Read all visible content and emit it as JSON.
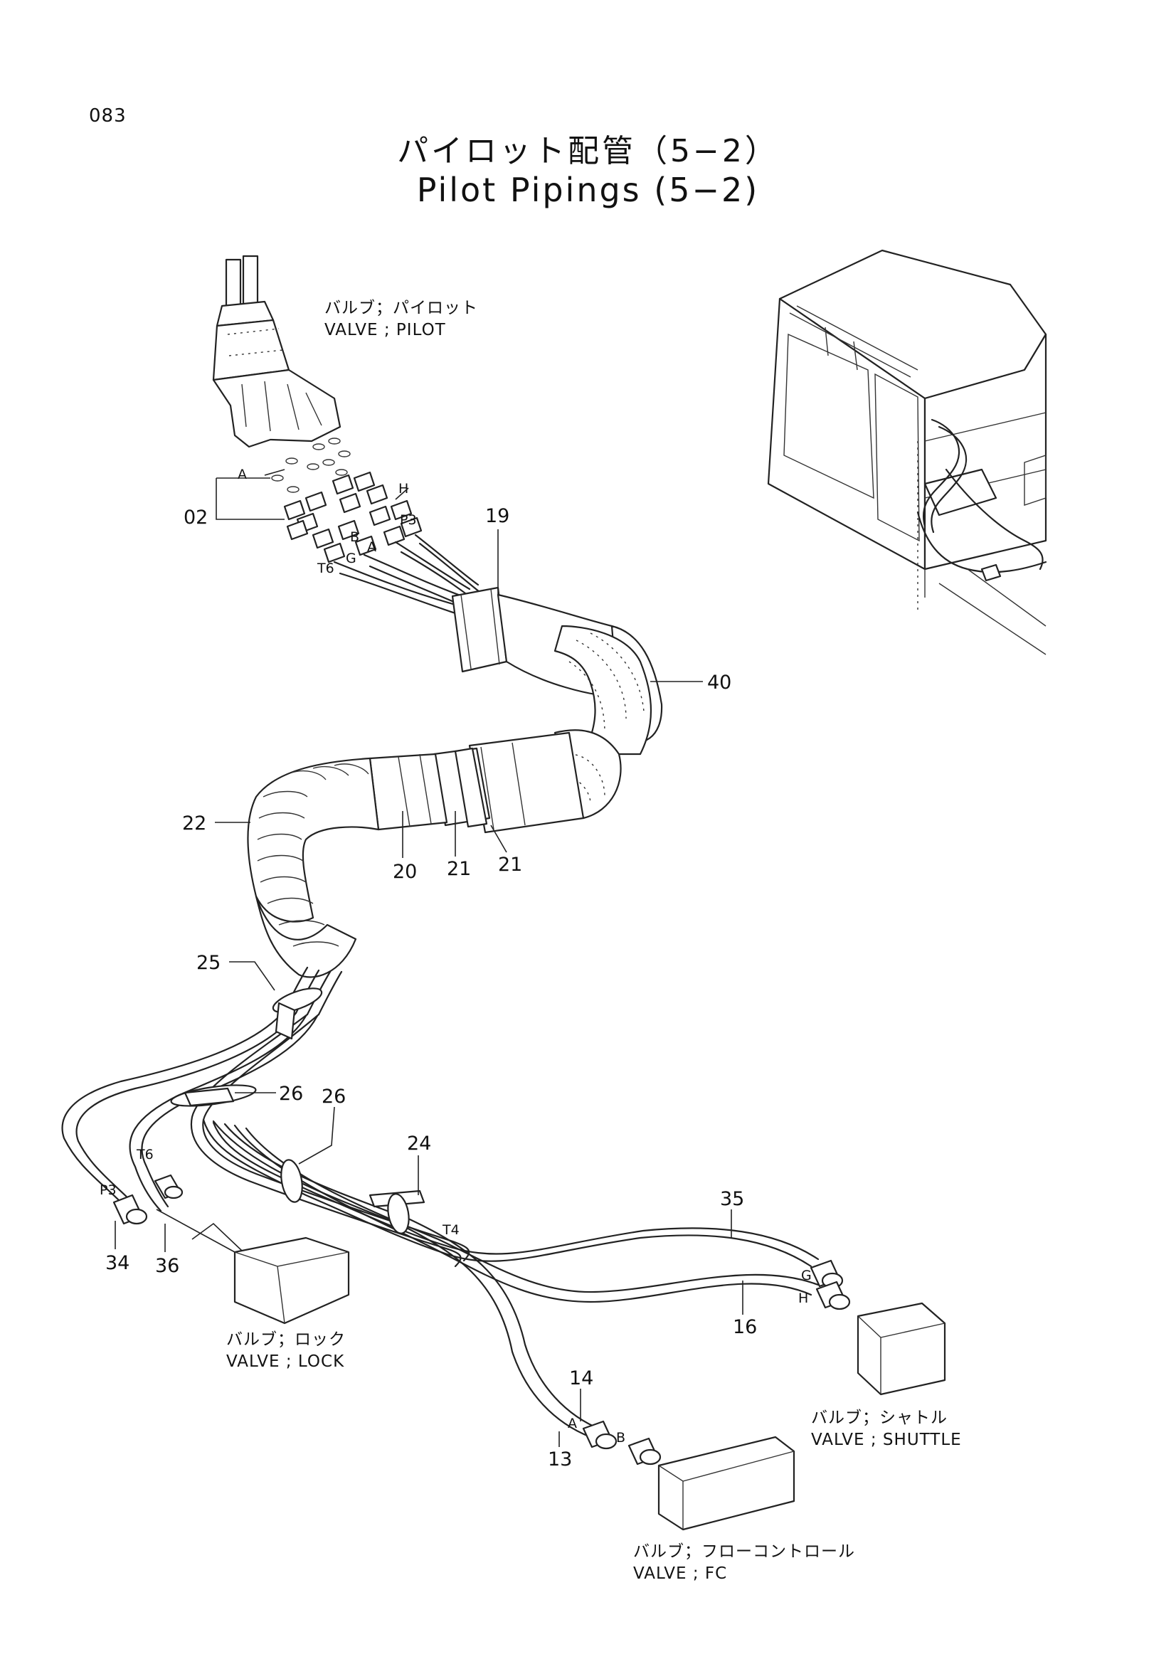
{
  "page": {
    "number": "083",
    "title_jp": "パイロット配管（5−2）",
    "title_en": "Pilot Pipings (5−2)"
  },
  "components": {
    "pilot_valve": {
      "label_jp": "バルブ；パイロット",
      "label_en": "VALVE ; PILOT"
    },
    "lock_valve": {
      "label_jp": "バルブ；ロック",
      "label_en": "VALVE ; LOCK"
    },
    "shuttle_valve": {
      "label_jp": "バルブ；シャトル",
      "label_en": "VALVE ; SHUTTLE"
    },
    "fc_valve": {
      "label_jp": "バルブ；フローコントロール",
      "label_en": "VALVE ; FC"
    }
  },
  "callouts": {
    "c02": "02",
    "c13": "13",
    "c14": "14",
    "c16": "16",
    "c19": "19",
    "c20": "20",
    "c21a": "21",
    "c21b": "21",
    "c22": "22",
    "c24": "24",
    "c25": "25",
    "c26a": "26",
    "c26b": "26",
    "c34": "34",
    "c35": "35",
    "c36": "36",
    "c40": "40"
  },
  "ports": {
    "pA_top": "A",
    "pH_top": "H",
    "pP3_top": "P3",
    "pB_top": "B",
    "pA2_top": "A",
    "pG_top": "G",
    "pT6_top": "T6",
    "pT6_lock": "T6",
    "pP3_lock": "P3",
    "pT4": "T4",
    "pG_shuttle": "G",
    "pH_shuttle": "H",
    "pA_fc": "A",
    "pB_fc": "B"
  }
}
